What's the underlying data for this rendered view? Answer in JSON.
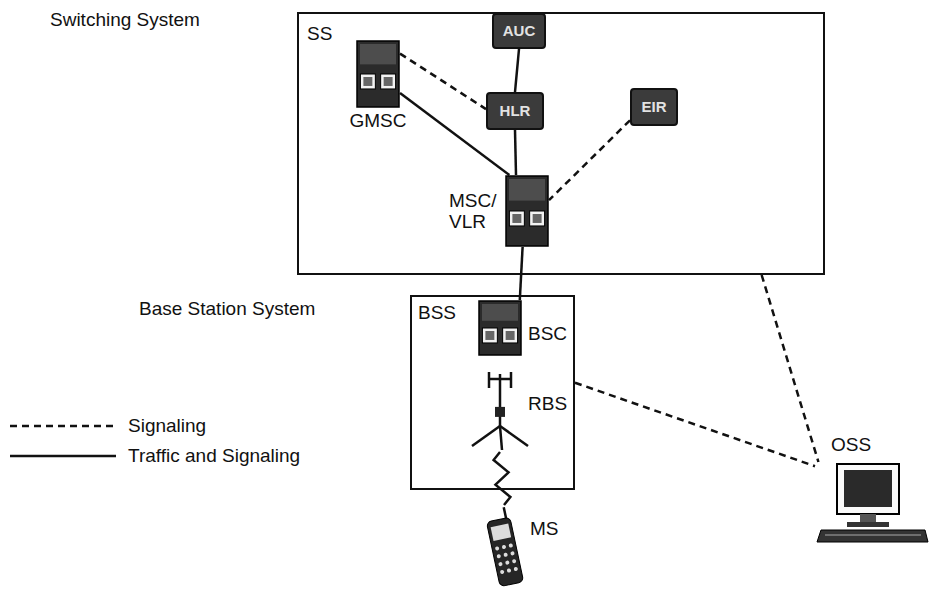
{
  "diagram": {
    "nodes": [
      {
        "text": [
          "Switching System",
          "SS"
        ]
      },
      {
        "text": [
          "AUC"
        ],
        "in": 0
      },
      {
        "text": [
          "GMSC"
        ],
        "in": 0
      },
      {
        "text": [
          "HLR"
        ],
        "in": 0
      },
      {
        "text": [
          "EIR"
        ],
        "in": 0
      },
      {
        "text": [
          "MSC/ VLR"
        ],
        "in": 0
      },
      {
        "text": [
          "Base Station System",
          "BSS"
        ]
      },
      {
        "text": [
          "BSC"
        ],
        "in": 6
      },
      {
        "text": [
          "RBS"
        ],
        "in": 6
      },
      {
        "text": [
          "MS"
        ]
      },
      {
        "text": [
          "OSS"
        ]
      }
    ],
    "edges": [
      {
        "from": 2,
        "to": 3,
        "arrow": "none"
      },
      {
        "from": 2,
        "to": 5,
        "arrow": "none"
      },
      {
        "from": 1,
        "to": 3,
        "arrow": "none"
      },
      {
        "from": 3,
        "to": 5,
        "arrow": "none"
      },
      {
        "from": 4,
        "to": 5,
        "arrow": "none"
      },
      {
        "from": 5,
        "to": 7,
        "arrow": "none"
      },
      {
        "from": 0,
        "to": 10,
        "arrow": "none"
      },
      {
        "from": 6,
        "to": 10,
        "arrow": "none"
      },
      {
        "from": 9,
        "to": 8,
        "arrow": "none"
      }
    ],
    "legend": [
      {
        "text": "Signaling"
      },
      {
        "text": "Traffic and Signaling"
      }
    ]
  }
}
